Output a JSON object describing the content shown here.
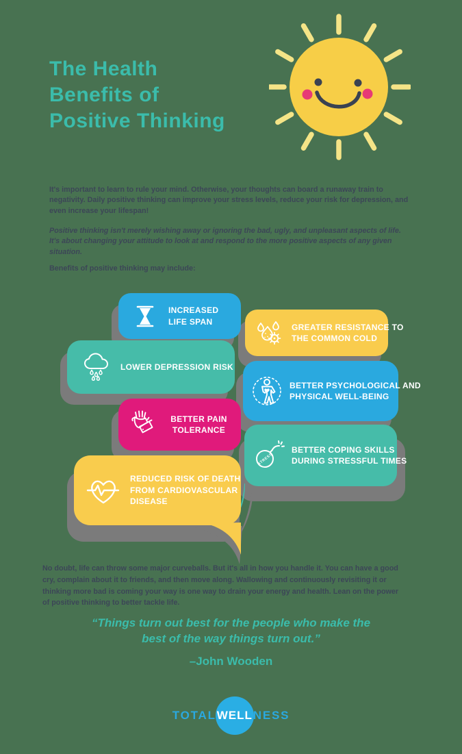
{
  "title": {
    "text": "The Health\nBenefits of\nPositive Thinking"
  },
  "intro": {
    "paragraph1": "It's important to learn to rule your mind. Otherwise, your thoughts can board a runaway train to\nnegativity. Daily positive thinking can improve your stress levels, reduce your risk for depression, and\neven increase your lifespan!",
    "paragraph2": "Positive thinking isn't merely wishing away or ignoring the bad, ugly, and unpleasant aspects of life.\nIt's about changing your attitude to look at and respond to the more positive aspects of any given\nsituation.",
    "benefits_heading": "Benefits of positive thinking may include:"
  },
  "benefits": {
    "items": [
      {
        "label": "INCREASED\nLIFE SPAN",
        "icon": "hourglass-icon",
        "color": "#2AA9DF"
      },
      {
        "label": "GREATER RESISTANCE TO\nTHE COMMON COLD",
        "icon": "cold-droplets-icon",
        "color": "#F9CC4D"
      },
      {
        "label": "LOWER DEPRESSION RISK",
        "icon": "rain-cloud-icon",
        "color": "#46BCA9"
      },
      {
        "label": "BETTER PSYCHOLOGICAL AND\nPHYSICAL WELL-BEING",
        "icon": "body-wellness-icon",
        "color": "#2AA9DF"
      },
      {
        "label": "BETTER PAIN\nTOLERANCE",
        "icon": "hand-pain-icon",
        "color": "#E01A7B"
      },
      {
        "label": "BETTER COPING SKILLS\nDURING STRESSFUL TIMES",
        "icon": "stress-bomb-icon",
        "icon_text": "STRESS",
        "color": "#46BCA9"
      },
      {
        "label": "REDUCED RISK OF DEATH\nFROM CARDIOVASCULAR\nDISEASE",
        "icon": "heart-ekg-icon",
        "color": "#F9CC4D"
      }
    ]
  },
  "outro": {
    "paragraph": "No doubt, life can throw some major curveballs. But it's all in how you handle it. You can have a good\ncry, complain about it to friends, and then move along. Wallowing and continuously revisiting it or\nthinking more bad is coming your way is one way to drain your energy and health. Lean on the power\nof positive thinking to better tackle life."
  },
  "quote": {
    "text": "“Things turn out best for the people who make the\nbest of the way things turn out.”",
    "attribution": "–John Wooden"
  },
  "logo": {
    "total": "TOTAL",
    "well": "WELL",
    "ness": "NESS"
  },
  "palette": {
    "background": "#487251",
    "teal_heading": "#3BBCAB",
    "body_text": "#3C4657",
    "bubble_blue": "#2AA9DF",
    "bubble_teal": "#46BCA9",
    "bubble_yellow": "#F9CC4D",
    "bubble_pink": "#E01A7B",
    "shadow_gray": "#7b7b7b",
    "sun_body": "#F7CE47",
    "sun_rays": "#F5E487",
    "sun_cheeks": "#E73A75",
    "logo_blue": "#2AA9E0"
  }
}
